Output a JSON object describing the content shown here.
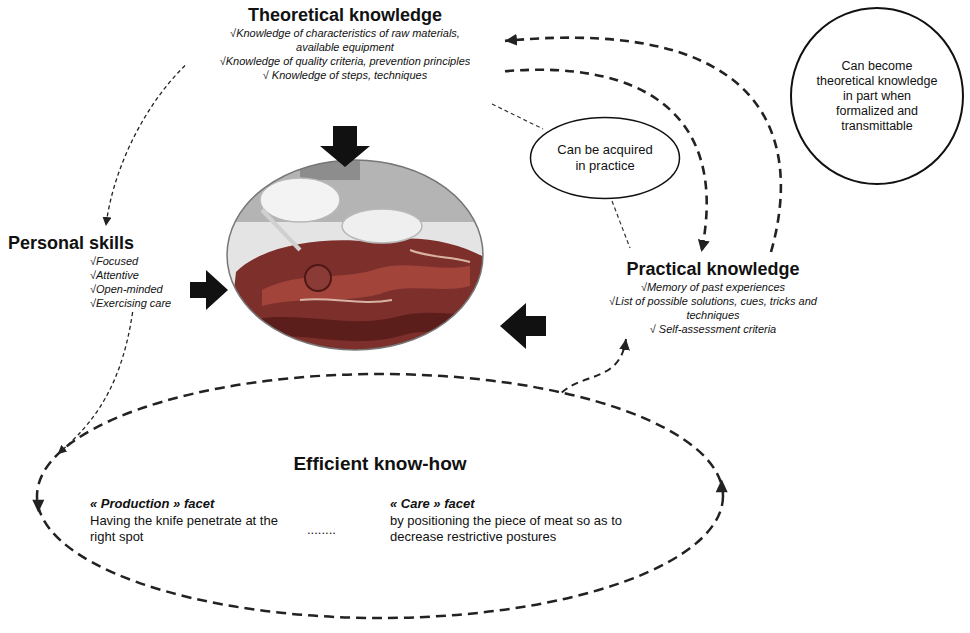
{
  "diagram": {
    "nodes": [
      {
        "text": [
          "Theoretical knowledge",
          "√Knowledge of characteristics of raw materials, available equipment",
          "√Knowledge of quality criteria, prevention principles",
          "√ Knowledge of steps, techniques"
        ]
      },
      {
        "text": [
          "Can become theoretical knowledge in part when formalized and transmittable"
        ]
      },
      {
        "text": [
          "Can be acquired in practice"
        ]
      },
      {
        "text": [
          "Personal skills",
          "√Focused",
          "√Attentive",
          "√Open-minded",
          "√Exercising care"
        ]
      },
      {
        "text": [
          "Practical knowledge",
          "√Memory of past experiences",
          "√List of possible solutions, cues, tricks and techniques",
          "√ Self-assessment criteria"
        ]
      },
      {
        "text": [
          "Efficient know-how",
          "« Production » facet",
          "Having the knife penetrate at the right spot",
          "........",
          "« Care » facet",
          "by positioning the piece of meat so as to decrease restrictive postures"
        ]
      }
    ],
    "edges": [
      {
        "from": 0,
        "to": 4,
        "arrow": "to"
      },
      {
        "from": 4,
        "to": 0,
        "arrow": "to"
      },
      {
        "from": 0,
        "to": 3,
        "arrow": "to"
      },
      {
        "from": 3,
        "to": 5,
        "arrow": "to"
      },
      {
        "from": 5,
        "to": 4,
        "arrow": "to"
      }
    ]
  }
}
